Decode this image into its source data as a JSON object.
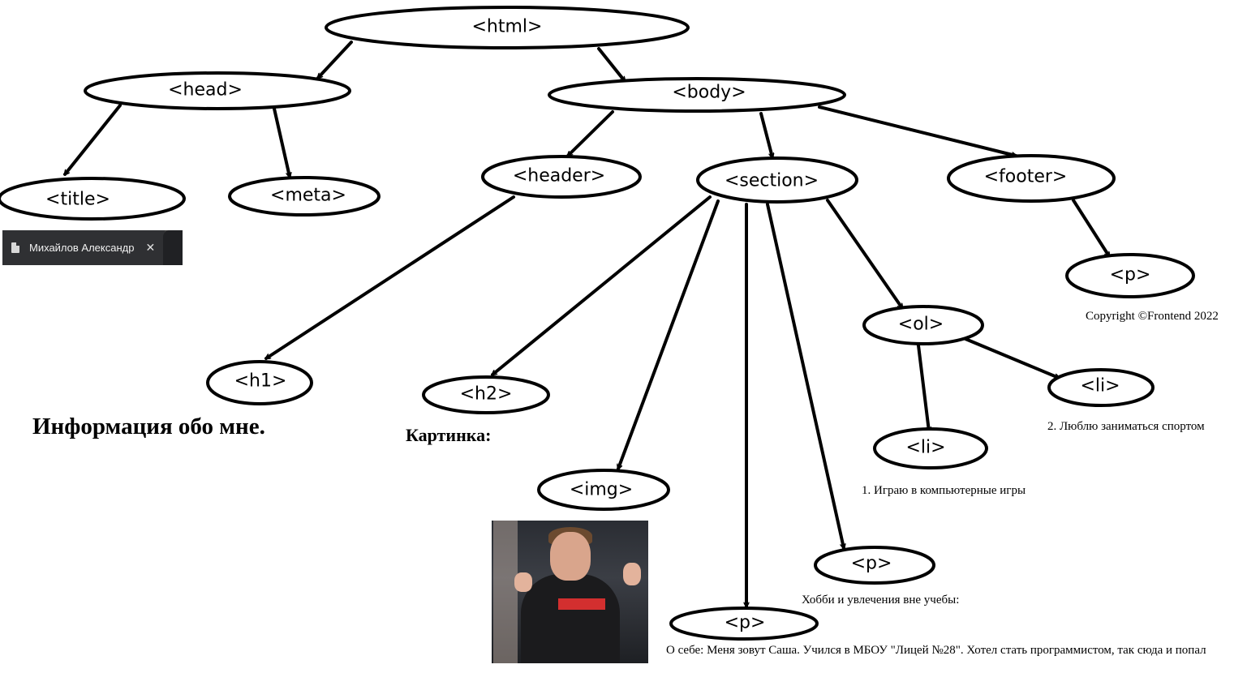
{
  "nodes": {
    "html": "<html>",
    "head": "<head>",
    "title": "<title>",
    "meta": "<meta>",
    "body": "<body>",
    "header": "<header>",
    "section": "<section>",
    "footer": "<footer>",
    "h1": "<h1>",
    "h2": "<h2>",
    "img": "<img>",
    "p_about": "<p>",
    "p_hobby": "<p>",
    "ol": "<ol>",
    "li1": "<li>",
    "li2": "<li>",
    "p_footer": "<p>"
  },
  "tab": {
    "icon": "document-icon",
    "title": "Михайлов Александр",
    "close": "✕"
  },
  "captions": {
    "h1": "Информация обо мне.",
    "h2": "Картинка:",
    "li1": "1. Играю в компьютерные игры",
    "li2": "2. Люблю заниматься спортом",
    "footer": "Copyright ©Frontend 2022",
    "hobby": "Хобби и увлечения вне учебы:",
    "about": "О себе: Меня зовут Саша. Учился в МБОУ \"Лицей №28\". Хотел стать программистом, так сюда и попал"
  },
  "colors": {
    "stroke": "#000000",
    "tab_background": "#2f3033"
  }
}
